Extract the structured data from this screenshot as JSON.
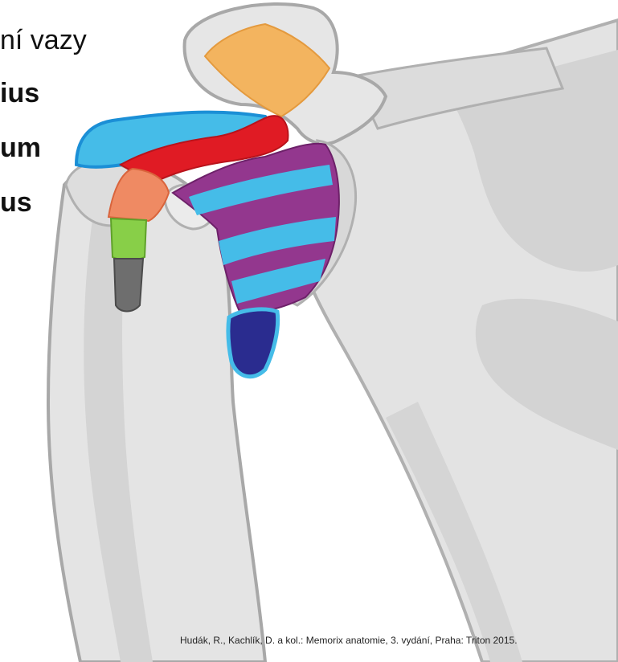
{
  "labels": [
    "ní vazy",
    "ius",
    "um",
    "us"
  ],
  "citation": "Hudák, R., Kachlík, D. a kol.: Memorix anatomie, 3. vydání, Praha: Triton 2015.",
  "colors": {
    "bone_fill": "#e2e2e2",
    "bone_edge": "#a8a8a8",
    "shadow": "#cfcfcf",
    "ligament_orange": "#f3b45f",
    "supraspinatus_blue": "#45bce8",
    "biceps_red": "#e01b24",
    "salmon": "#ef8a63",
    "lime": "#88cf48",
    "purple": "#93378e",
    "dark_navy": "#2a2c8f",
    "tendon_grey": "#6e6e6e"
  }
}
